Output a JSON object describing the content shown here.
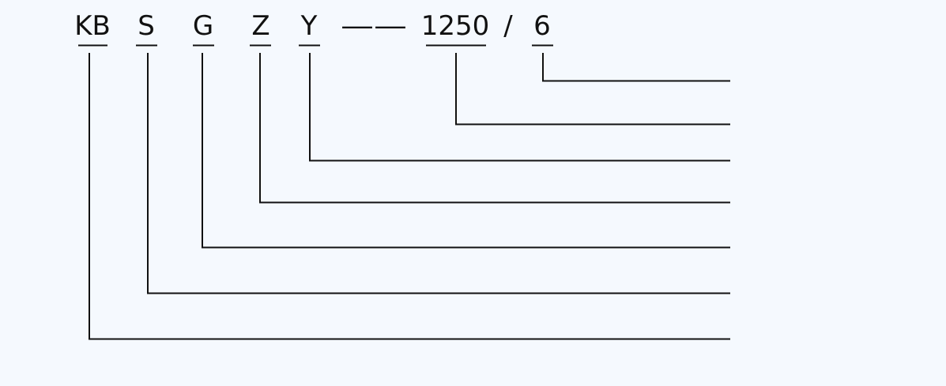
{
  "model_code": {
    "segments": [
      {
        "id": "kb",
        "text": "KB"
      },
      {
        "id": "s",
        "text": "S"
      },
      {
        "id": "g",
        "text": "G"
      },
      {
        "id": "z",
        "text": "Z"
      },
      {
        "id": "y",
        "text": "Y"
      },
      {
        "id": "1250",
        "text": "1250"
      },
      {
        "id": "6",
        "text": "6"
      }
    ],
    "dash_separator": "——",
    "slash_separator": "/"
  },
  "colors": {
    "background": "#f5f9fe",
    "ink": "#111111"
  }
}
